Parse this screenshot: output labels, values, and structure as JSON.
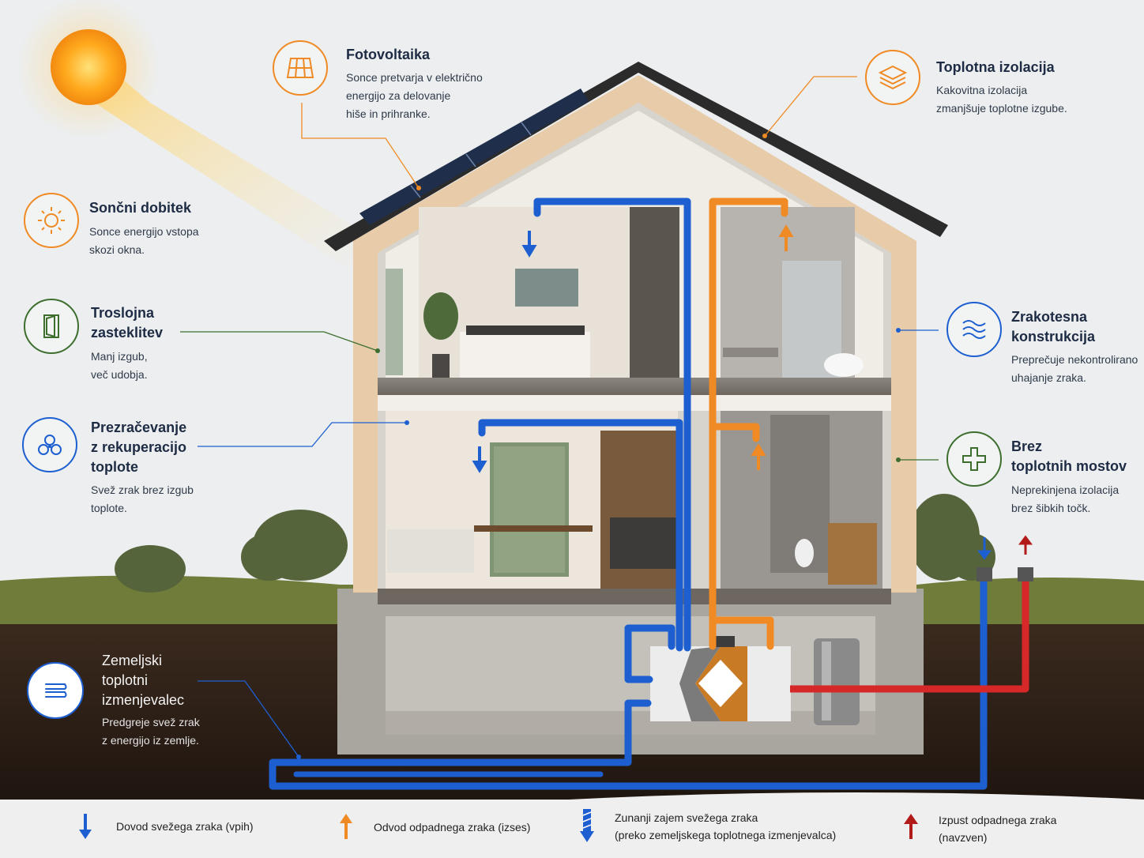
{
  "callouts": {
    "photovoltaics": {
      "title": "Fotovoltaika",
      "desc": [
        "Sonce pretvarja v električno",
        "energijo za delovanje",
        "hiše in prihranke."
      ],
      "icon": "solar-panel-icon",
      "color": "#f08a24"
    },
    "insulation": {
      "title": "Toplotna izolacija",
      "desc": [
        "Kakovitna izolacija",
        "zmanjšuje toplotne izgube."
      ],
      "icon": "layers-icon",
      "color": "#f08a24"
    },
    "solar_gain": {
      "title": "Sončni dobitek",
      "desc": [
        "Sonce energijo vstopa",
        "skozi okna."
      ],
      "icon": "sun-icon",
      "color": "#f08a24"
    },
    "triple_glazing": {
      "title": [
        "Troslojna",
        "zasteklitev"
      ],
      "desc": [
        "Manj izgub,",
        "več udobja."
      ],
      "icon": "window-icon",
      "color": "#3d6e2e"
    },
    "ventilation": {
      "title": [
        "Prezračevanje",
        "z rekuperacijo",
        "toplote"
      ],
      "desc": [
        "Svež zrak brez izgub",
        "toplote."
      ],
      "icon": "fan-icon",
      "color": "#1d5fd1"
    },
    "airtight": {
      "title": [
        "Zrakotesna",
        "konstrukcija"
      ],
      "desc": [
        "Preprečuje nekontrolirano",
        "uhajanje zraka."
      ],
      "icon": "airflow-icon",
      "color": "#1d5fd1"
    },
    "no_bridges": {
      "title": [
        "Brez",
        "toplotnih mostov"
      ],
      "desc": [
        "Neprekinjena izolacija",
        "brez šibkih točk."
      ],
      "icon": "plus-icon",
      "color": "#3d6e2e"
    },
    "ground_exchanger": {
      "title": [
        "Zemeljski",
        "toplotni",
        "izmenjevalec"
      ],
      "desc": [
        "Predgreje svež zrak",
        "z energijo iz zemlje."
      ],
      "icon": "exchanger-icon",
      "color": "#1d5fd1"
    }
  },
  "legend": [
    {
      "label": [
        "Dovod svežega zraka (vpih)"
      ],
      "icon": "blue-arrow-down-icon",
      "color": "#1d5fd1"
    },
    {
      "label": [
        "Odvod odpadnega zraka (izses)"
      ],
      "icon": "orange-arrow-up-icon",
      "color": "#f08a24"
    },
    {
      "label": [
        "Zunanji zajem svežega zraka",
        "(preko zemeljskega toplotnega izmenjevalca)"
      ],
      "icon": "blue-intake-arrow-icon",
      "color": "#1d5fd1"
    },
    {
      "label": [
        "Izpust odpadnega zraka",
        "(navzven)"
      ],
      "icon": "red-arrow-up-icon",
      "color": "#b31b1b"
    }
  ],
  "colors": {
    "fresh_air": "#1d5fd1",
    "exhaust_air": "#f08a24",
    "outside_exhaust": "#d62828",
    "roof": "#2b2b2b",
    "wall": "#e6c9a4"
  }
}
